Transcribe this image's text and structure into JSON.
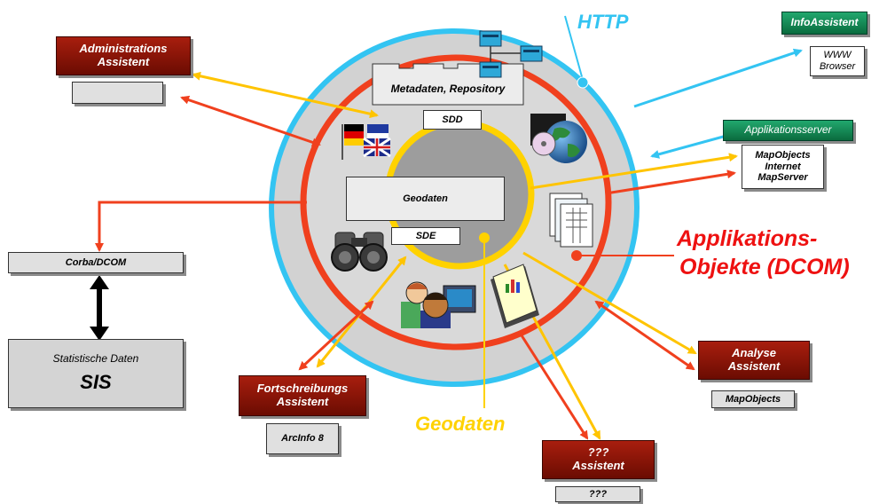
{
  "labels": {
    "http": "HTTP",
    "info_assistent": "InfoAssistent",
    "www_browser_1": "WWW",
    "www_browser_2": "Browser",
    "admin_assistent_1": "Administrations",
    "admin_assistent_2": "Assistent",
    "metadaten": "Metadaten, Repository",
    "sdd": "SDD",
    "applikationsserver": "Applikationsserver",
    "mapobjects_internet_1": "MapObjects",
    "mapobjects_internet_2": "Internet",
    "mapobjects_internet_3": "MapServer",
    "geodaten_inner": "Geodaten",
    "sde": "SDE",
    "corba_dcom": "Corba/DCOM",
    "applikations_objekte_1": "Applikations-",
    "applikations_objekte_2": "Objekte (DCOM)",
    "statistische_daten": "Statistische Daten",
    "sis": "SIS",
    "analyse_assistent_1": "Analyse",
    "analyse_assistent_2": "Assistent",
    "mapobjects": "MapObjects",
    "fortschreibungs_1": "Fortschreibungs",
    "fortschreibungs_2": "Assistent",
    "arcinfo": "ArcInfo 8",
    "geodaten_outer": "Geodaten",
    "unknown_assistent_1": "???",
    "unknown_assistent_2": "Assistent",
    "unknown": "???"
  },
  "colors": {
    "outer_ring": "#33c4f2",
    "red_ring": "#f0401e",
    "yellow_ring": "#ffd200",
    "http_text": "#33c4f2",
    "applikations_text": "#ee1111",
    "geodaten_text": "#ffd200",
    "assistent_box": "#8a1a08",
    "info_box": "#1a8a58"
  }
}
